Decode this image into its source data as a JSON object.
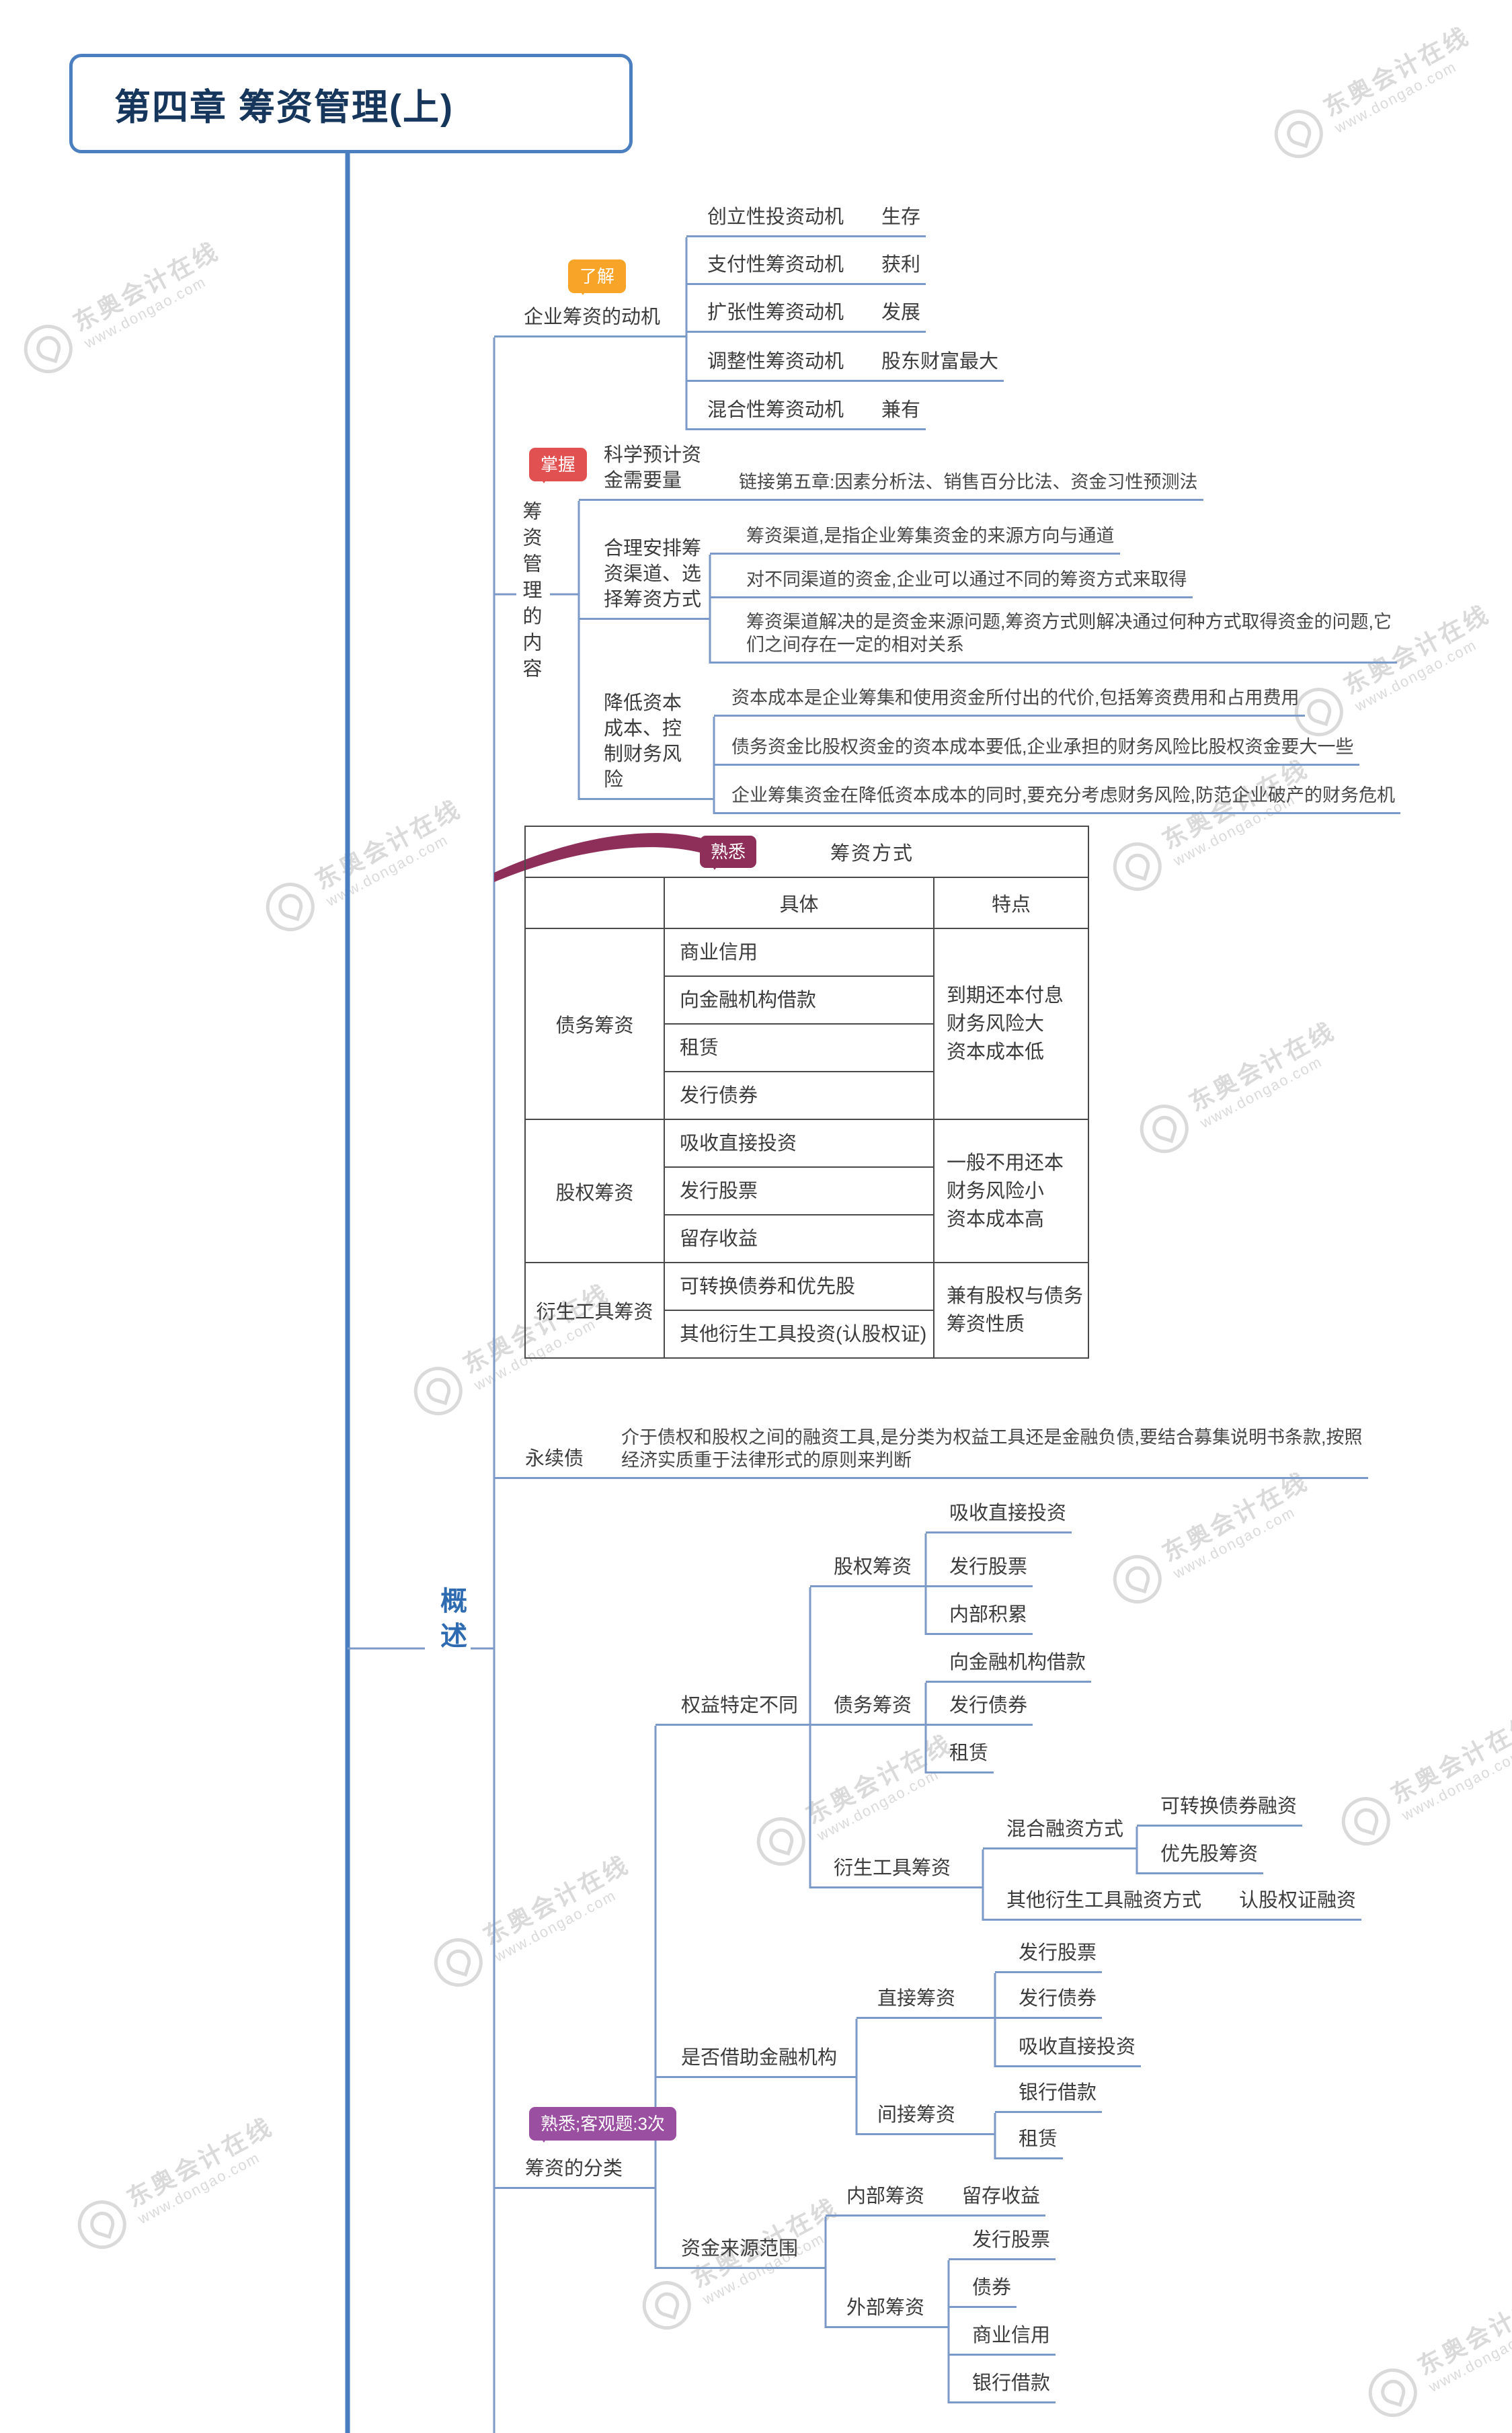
{
  "title": "第四章 筹资管理(上)",
  "overview": {
    "label": "概述"
  },
  "watermark": {
    "brand": "东奥会计在线",
    "url": "www.dongao.com"
  },
  "colors": {
    "trunk": "#4a7ec0",
    "line": "#7b9ac8",
    "title_text": "#16365c",
    "overview_text": "#2e6bb0",
    "badge_know": "#f7a428",
    "badge_master": "#e25151",
    "badge_familiar": "#8e2f5a",
    "badge_familiar_objective": "#9a4fa0"
  },
  "motivation": {
    "badge": "了解",
    "label": "企业筹资的动机",
    "items": [
      {
        "motive": "创立性投资动机",
        "result": "生存"
      },
      {
        "motive": "支付性筹资动机",
        "result": "获利"
      },
      {
        "motive": "扩张性筹资动机",
        "result": "发展"
      },
      {
        "motive": "调整性筹资动机",
        "result": "股东财富最大"
      },
      {
        "motive": "混合性筹资动机",
        "result": "兼有"
      }
    ]
  },
  "management": {
    "badge": "掌握",
    "label": "筹资管理的内容",
    "forecast": {
      "label": "科学预计资\n金需要量",
      "note": "链接第五章:因素分析法、销售百分比法、资金习性预测法"
    },
    "channel": {
      "label": "合理安排筹\n资渠道、选\n择筹资方式",
      "notes": [
        "筹资渠道,是指企业筹集资金的来源方向与通道",
        "对不同渠道的资金,企业可以通过不同的筹资方式来取得",
        "筹资渠道解决的是资金来源问题,筹资方式则解决通过何种方式取得资金的问题,它\n们之间存在一定的相对关系"
      ]
    },
    "cost": {
      "label": "降低资本\n成本、控\n制财务风\n险",
      "notes": [
        "资本成本是企业筹集和使用资金所付出的代价,包括筹资费用和占用费用",
        "债务资金比股权资金的资本成本要低,企业承担的财务风险比股权资金要大一些",
        "企业筹集资金在降低资本成本的同时,要充分考虑财务风险,防范企业破产的财务危机"
      ]
    }
  },
  "table": {
    "badge": "熟悉",
    "title": "筹资方式",
    "col_specific": "具体",
    "col_feature": "特点",
    "sections": [
      {
        "category": "债务筹资",
        "items": [
          "商业信用",
          "向金融机构借款",
          "租赁",
          "发行债券"
        ],
        "feature": "到期还本付息\n财务风险大\n资本成本低"
      },
      {
        "category": "股权筹资",
        "items": [
          "吸收直接投资",
          "发行股票",
          "留存收益"
        ],
        "feature": "一般不用还本\n财务风险小\n资本成本高"
      },
      {
        "category": "衍生工具筹资",
        "items": [
          "可转换债券和优先股",
          "其他衍生工具投资(认股权证)"
        ],
        "feature": "兼有股权与债务\n筹资性质"
      }
    ]
  },
  "perpetual": {
    "label": "永续债",
    "note": "介于债权和股权之间的融资工具,是分类为权益工具还是金融负债,要结合募集说明书条款,按照\n经济实质重于法律形式的原则来判断"
  },
  "classification": {
    "badge": "熟悉;客观题:3次",
    "label": "筹资的分类",
    "by_equity": {
      "label": "权益特定不同",
      "equity": {
        "label": "股权筹资",
        "items": [
          "吸收直接投资",
          "发行股票",
          "内部积累"
        ]
      },
      "debt": {
        "label": "债务筹资",
        "items": [
          "向金融机构借款",
          "发行债券",
          "租赁"
        ]
      },
      "derivative": {
        "label": "衍生工具筹资",
        "hybrid": {
          "label": "混合融资方式",
          "items": [
            "可转换债券融资",
            "优先股筹资"
          ]
        },
        "other": {
          "label": "其他衍生工具融资方式",
          "item": "认股权证融资"
        }
      }
    },
    "by_institution": {
      "label": "是否借助金融机构",
      "direct": {
        "label": "直接筹资",
        "items": [
          "发行股票",
          "发行债券",
          "吸收直接投资"
        ]
      },
      "indirect": {
        "label": "间接筹资",
        "items": [
          "银行借款",
          "租赁"
        ]
      }
    },
    "by_source": {
      "label": "资金来源范围",
      "internal": {
        "label": "内部筹资",
        "item": "留存收益"
      },
      "external": {
        "label": "外部筹资",
        "items": [
          "发行股票",
          "债券",
          "商业信用",
          "银行借款"
        ]
      }
    }
  }
}
